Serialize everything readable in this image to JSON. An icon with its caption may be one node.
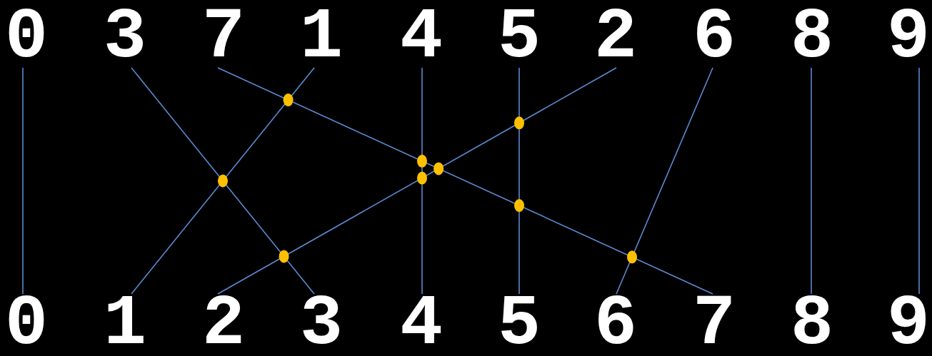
{
  "diagram": {
    "nodes": [
      {
        "text": [
          "0"
        ]
      },
      {
        "text": [
          "3"
        ]
      },
      {
        "text": [
          "7"
        ]
      },
      {
        "text": [
          "1"
        ]
      },
      {
        "text": [
          "4"
        ]
      },
      {
        "text": [
          "5"
        ]
      },
      {
        "text": [
          "2"
        ]
      },
      {
        "text": [
          "6"
        ]
      },
      {
        "text": [
          "8"
        ]
      },
      {
        "text": [
          "9"
        ]
      },
      {
        "text": [
          "0"
        ]
      },
      {
        "text": [
          "1"
        ]
      },
      {
        "text": [
          "2"
        ]
      },
      {
        "text": [
          "3"
        ]
      },
      {
        "text": [
          "4"
        ]
      },
      {
        "text": [
          "5"
        ]
      },
      {
        "text": [
          "6"
        ]
      },
      {
        "text": [
          "7"
        ]
      },
      {
        "text": [
          "8"
        ]
      },
      {
        "text": [
          "9"
        ]
      }
    ],
    "edges": [
      {
        "from": 0,
        "to": 10,
        "arrow": "none"
      },
      {
        "from": 1,
        "to": 13,
        "arrow": "none"
      },
      {
        "from": 2,
        "to": 17,
        "arrow": "none"
      },
      {
        "from": 3,
        "to": 11,
        "arrow": "none"
      },
      {
        "from": 4,
        "to": 14,
        "arrow": "none"
      },
      {
        "from": 5,
        "to": 15,
        "arrow": "none"
      },
      {
        "from": 6,
        "to": 12,
        "arrow": "none"
      },
      {
        "from": 7,
        "to": 16,
        "arrow": "none"
      },
      {
        "from": 8,
        "to": 18,
        "arrow": "none"
      },
      {
        "from": 9,
        "to": 19,
        "arrow": "none"
      }
    ]
  }
}
